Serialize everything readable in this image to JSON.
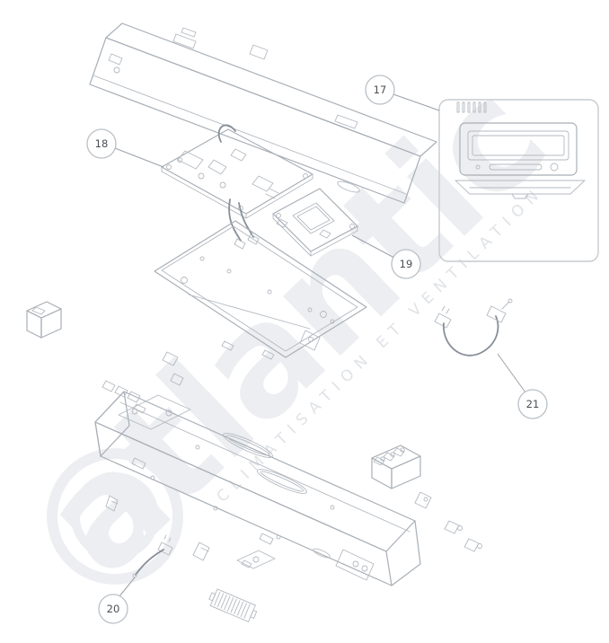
{
  "figure": {
    "watermark": {
      "brand": "atlantic",
      "tagline": "CLIMATISATION ET VENTILATION"
    },
    "callouts": [
      {
        "label": "17"
      },
      {
        "label": "18"
      },
      {
        "label": "19"
      },
      {
        "label": "20"
      },
      {
        "label": "21"
      }
    ],
    "colors": {
      "background": "#ffffff",
      "outline": "#a8afb7",
      "detail_outline": "#b3b9c0",
      "wire": "#878f98",
      "callout_stroke": "#b9c0c7",
      "callout_text": "#4b4f54",
      "watermark": "#eceef1",
      "watermark_tagline": "#e0e3e7"
    }
  }
}
